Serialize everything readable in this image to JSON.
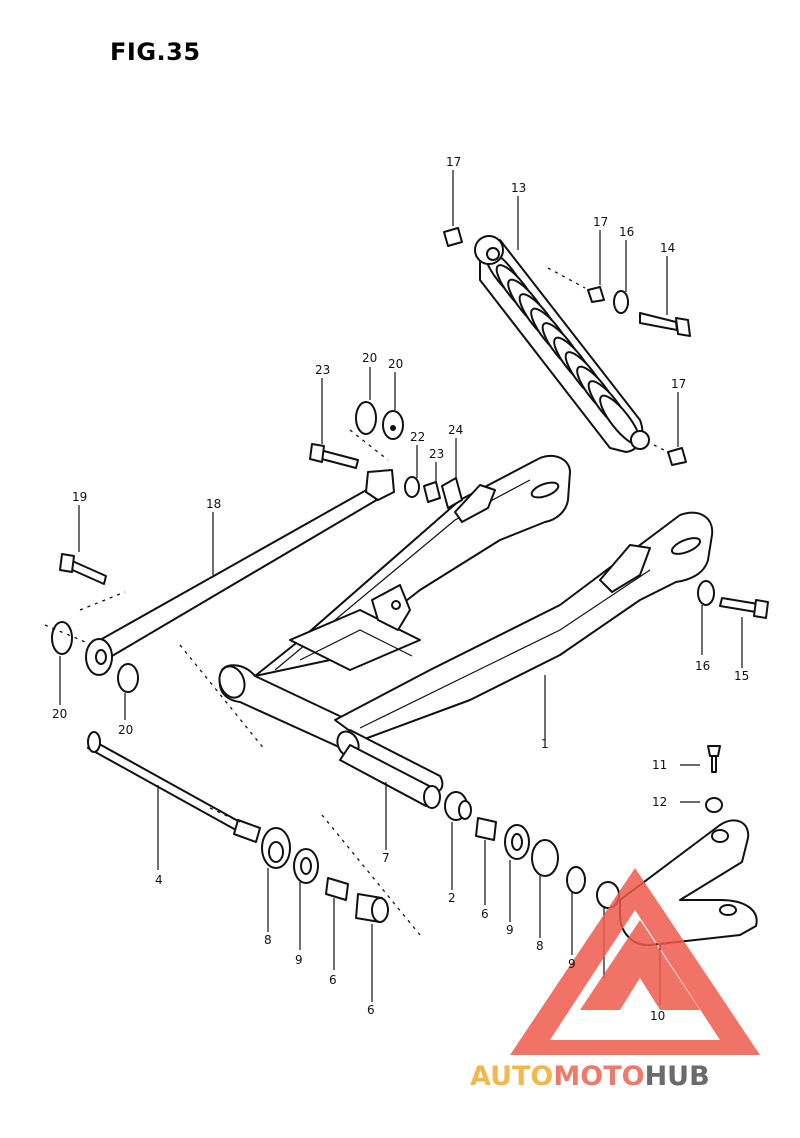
{
  "figure": {
    "title": "FIG.35"
  },
  "labels": [
    {
      "id": "p1",
      "text": "1"
    },
    {
      "id": "p2",
      "text": "2"
    },
    {
      "id": "p4",
      "text": "4"
    },
    {
      "id": "p6a",
      "text": "6"
    },
    {
      "id": "p6b",
      "text": "6"
    },
    {
      "id": "p6c",
      "text": "6"
    },
    {
      "id": "p7",
      "text": "7"
    },
    {
      "id": "p8a",
      "text": "8"
    },
    {
      "id": "p8b",
      "text": "8"
    },
    {
      "id": "p9a",
      "text": "9"
    },
    {
      "id": "p9b",
      "text": "9"
    },
    {
      "id": "p10",
      "text": "10"
    },
    {
      "id": "p11",
      "text": "11"
    },
    {
      "id": "p12",
      "text": "12"
    },
    {
      "id": "p13",
      "text": "13"
    },
    {
      "id": "p14",
      "text": "14"
    },
    {
      "id": "p15",
      "text": "15"
    },
    {
      "id": "p16a",
      "text": "16"
    },
    {
      "id": "p16b",
      "text": "16"
    },
    {
      "id": "p17a",
      "text": "17"
    },
    {
      "id": "p17b",
      "text": "17"
    },
    {
      "id": "p17c",
      "text": "17"
    },
    {
      "id": "p18",
      "text": "18"
    },
    {
      "id": "p19",
      "text": "19"
    },
    {
      "id": "p20a",
      "text": "20"
    },
    {
      "id": "p20b",
      "text": "20"
    },
    {
      "id": "p20c",
      "text": "20"
    },
    {
      "id": "p20d",
      "text": "20"
    },
    {
      "id": "p22",
      "text": "22"
    },
    {
      "id": "p23",
      "text": "23"
    },
    {
      "id": "p24",
      "text": "24"
    },
    {
      "id": "p9c",
      "text": "9"
    }
  ],
  "watermark": {
    "part1": "AUTO",
    "part2": "MOTO",
    "part3": "HUB",
    "colors": {
      "auto": "#f2b84a",
      "moto": "#f07a6a",
      "hub": "#6b6b6b",
      "triangle": "#ef5a4c"
    }
  }
}
